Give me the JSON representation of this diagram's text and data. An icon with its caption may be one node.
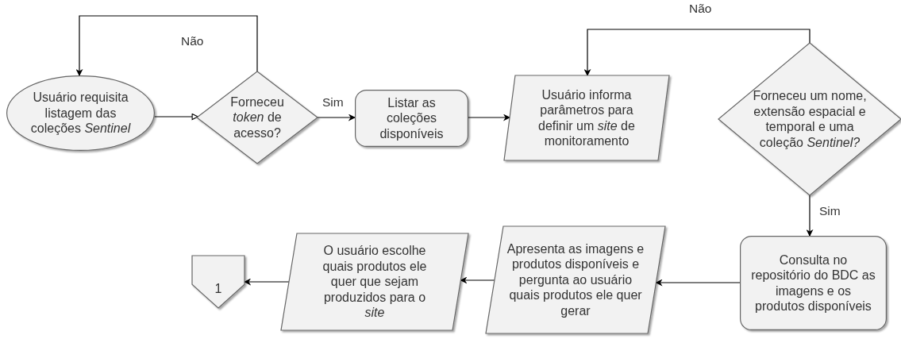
{
  "diagram": {
    "nodes": [
      {
        "text": [
          "Usuário requisita listagem das coleções *Sentinel*"
        ]
      },
      {
        "text": [
          "Forneceu *token* de acesso?"
        ]
      },
      {
        "text": [
          "Listar as coleções disponíveis"
        ]
      },
      {
        "text": [
          "Usuário informa parâmetros para definir um *site* de monitoramento"
        ]
      },
      {
        "text": [
          "Forneceu um nome, extensão espacial e temporal e uma coleção *Sentinel?*"
        ]
      },
      {
        "text": [
          "Consulta no repositório do BDC as imagens e os produtos disponíveis"
        ]
      },
      {
        "text": [
          "Apresenta as imagens e produtos disponíveis e pergunta ao usuário quais produtos ele quer gerar"
        ]
      },
      {
        "text": [
          "O usuário escolhe quais produtos ele quer que sejam produzidos para o *site*"
        ]
      },
      {
        "text": [
          "1"
        ]
      }
    ],
    "edges": [
      {
        "from": 0,
        "to": 1,
        "arrow": "to"
      },
      {
        "from": 1,
        "to": 0,
        "arrow": "to",
        "label": "Não"
      },
      {
        "from": 1,
        "to": 2,
        "arrow": "to",
        "label": "Sim"
      },
      {
        "from": 2,
        "to": 3,
        "arrow": "to"
      },
      {
        "from": 4,
        "to": 3,
        "arrow": "to",
        "label": "Não"
      },
      {
        "from": 4,
        "to": 5,
        "arrow": "to",
        "label": "Sim"
      },
      {
        "from": 5,
        "to": 6,
        "arrow": "to"
      },
      {
        "from": 6,
        "to": 7,
        "arrow": "to"
      },
      {
        "from": 7,
        "to": 8,
        "arrow": "to"
      }
    ]
  }
}
